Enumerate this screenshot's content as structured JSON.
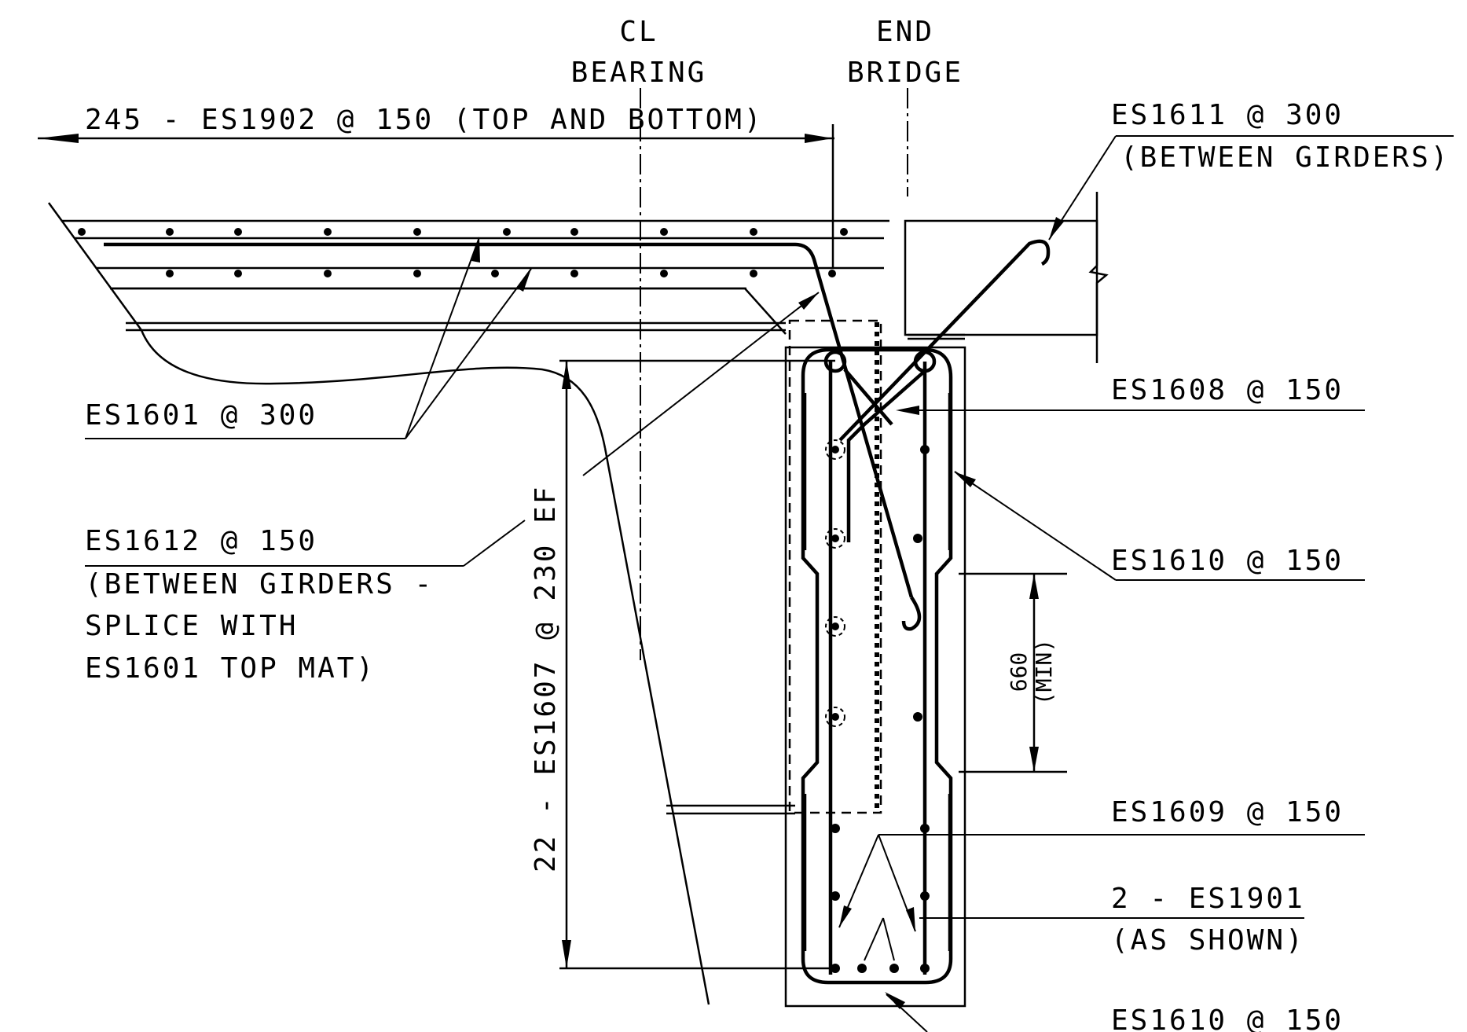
{
  "labels": {
    "cl": "CL",
    "bearing": "BEARING",
    "end": "END",
    "bridge": "BRIDGE",
    "top_bars": "245 - ES1902 @ 150 (TOP AND BOTTOM)",
    "es1611": "ES1611 @ 300",
    "es1611_note": "(BETWEEN GIRDERS)",
    "es1601": "ES1601 @ 300",
    "es1612": "ES1612 @ 150",
    "es1612_note_1": "(BETWEEN GIRDERS -",
    "es1612_note_2": "SPLICE WITH",
    "es1612_note_3": "ES1601 TOP MAT)",
    "es1608": "ES1608 @ 150",
    "es1610_a": "ES1610 @ 150",
    "es1609": "ES1609 @ 150",
    "es1901": "2 - ES1901",
    "es1901_note": "(AS SHOWN)",
    "es1610_b": "ES1610 @ 150",
    "es1607": "22 - ES1607 @ 230 EF",
    "dim_660": "660",
    "dim_min": "(MIN)"
  }
}
